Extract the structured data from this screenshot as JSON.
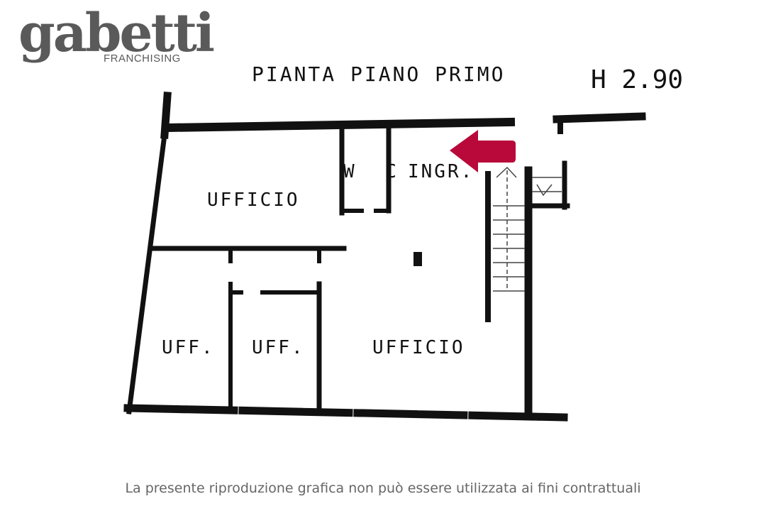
{
  "logo": {
    "word": "gabetti",
    "sub": "FRANCHISING"
  },
  "plan": {
    "title": "PIANTA PIANO PRIMO",
    "height": "H 2.90",
    "rooms": [
      "UFFICIO",
      "W C",
      "INGR.",
      "UFF.",
      "UFF.",
      "UFFICIO"
    ],
    "arrow_color": "#b8093a"
  },
  "disclaimer": "La presente riproduzione grafica non può essere utilizzata ai fini contrattuali"
}
